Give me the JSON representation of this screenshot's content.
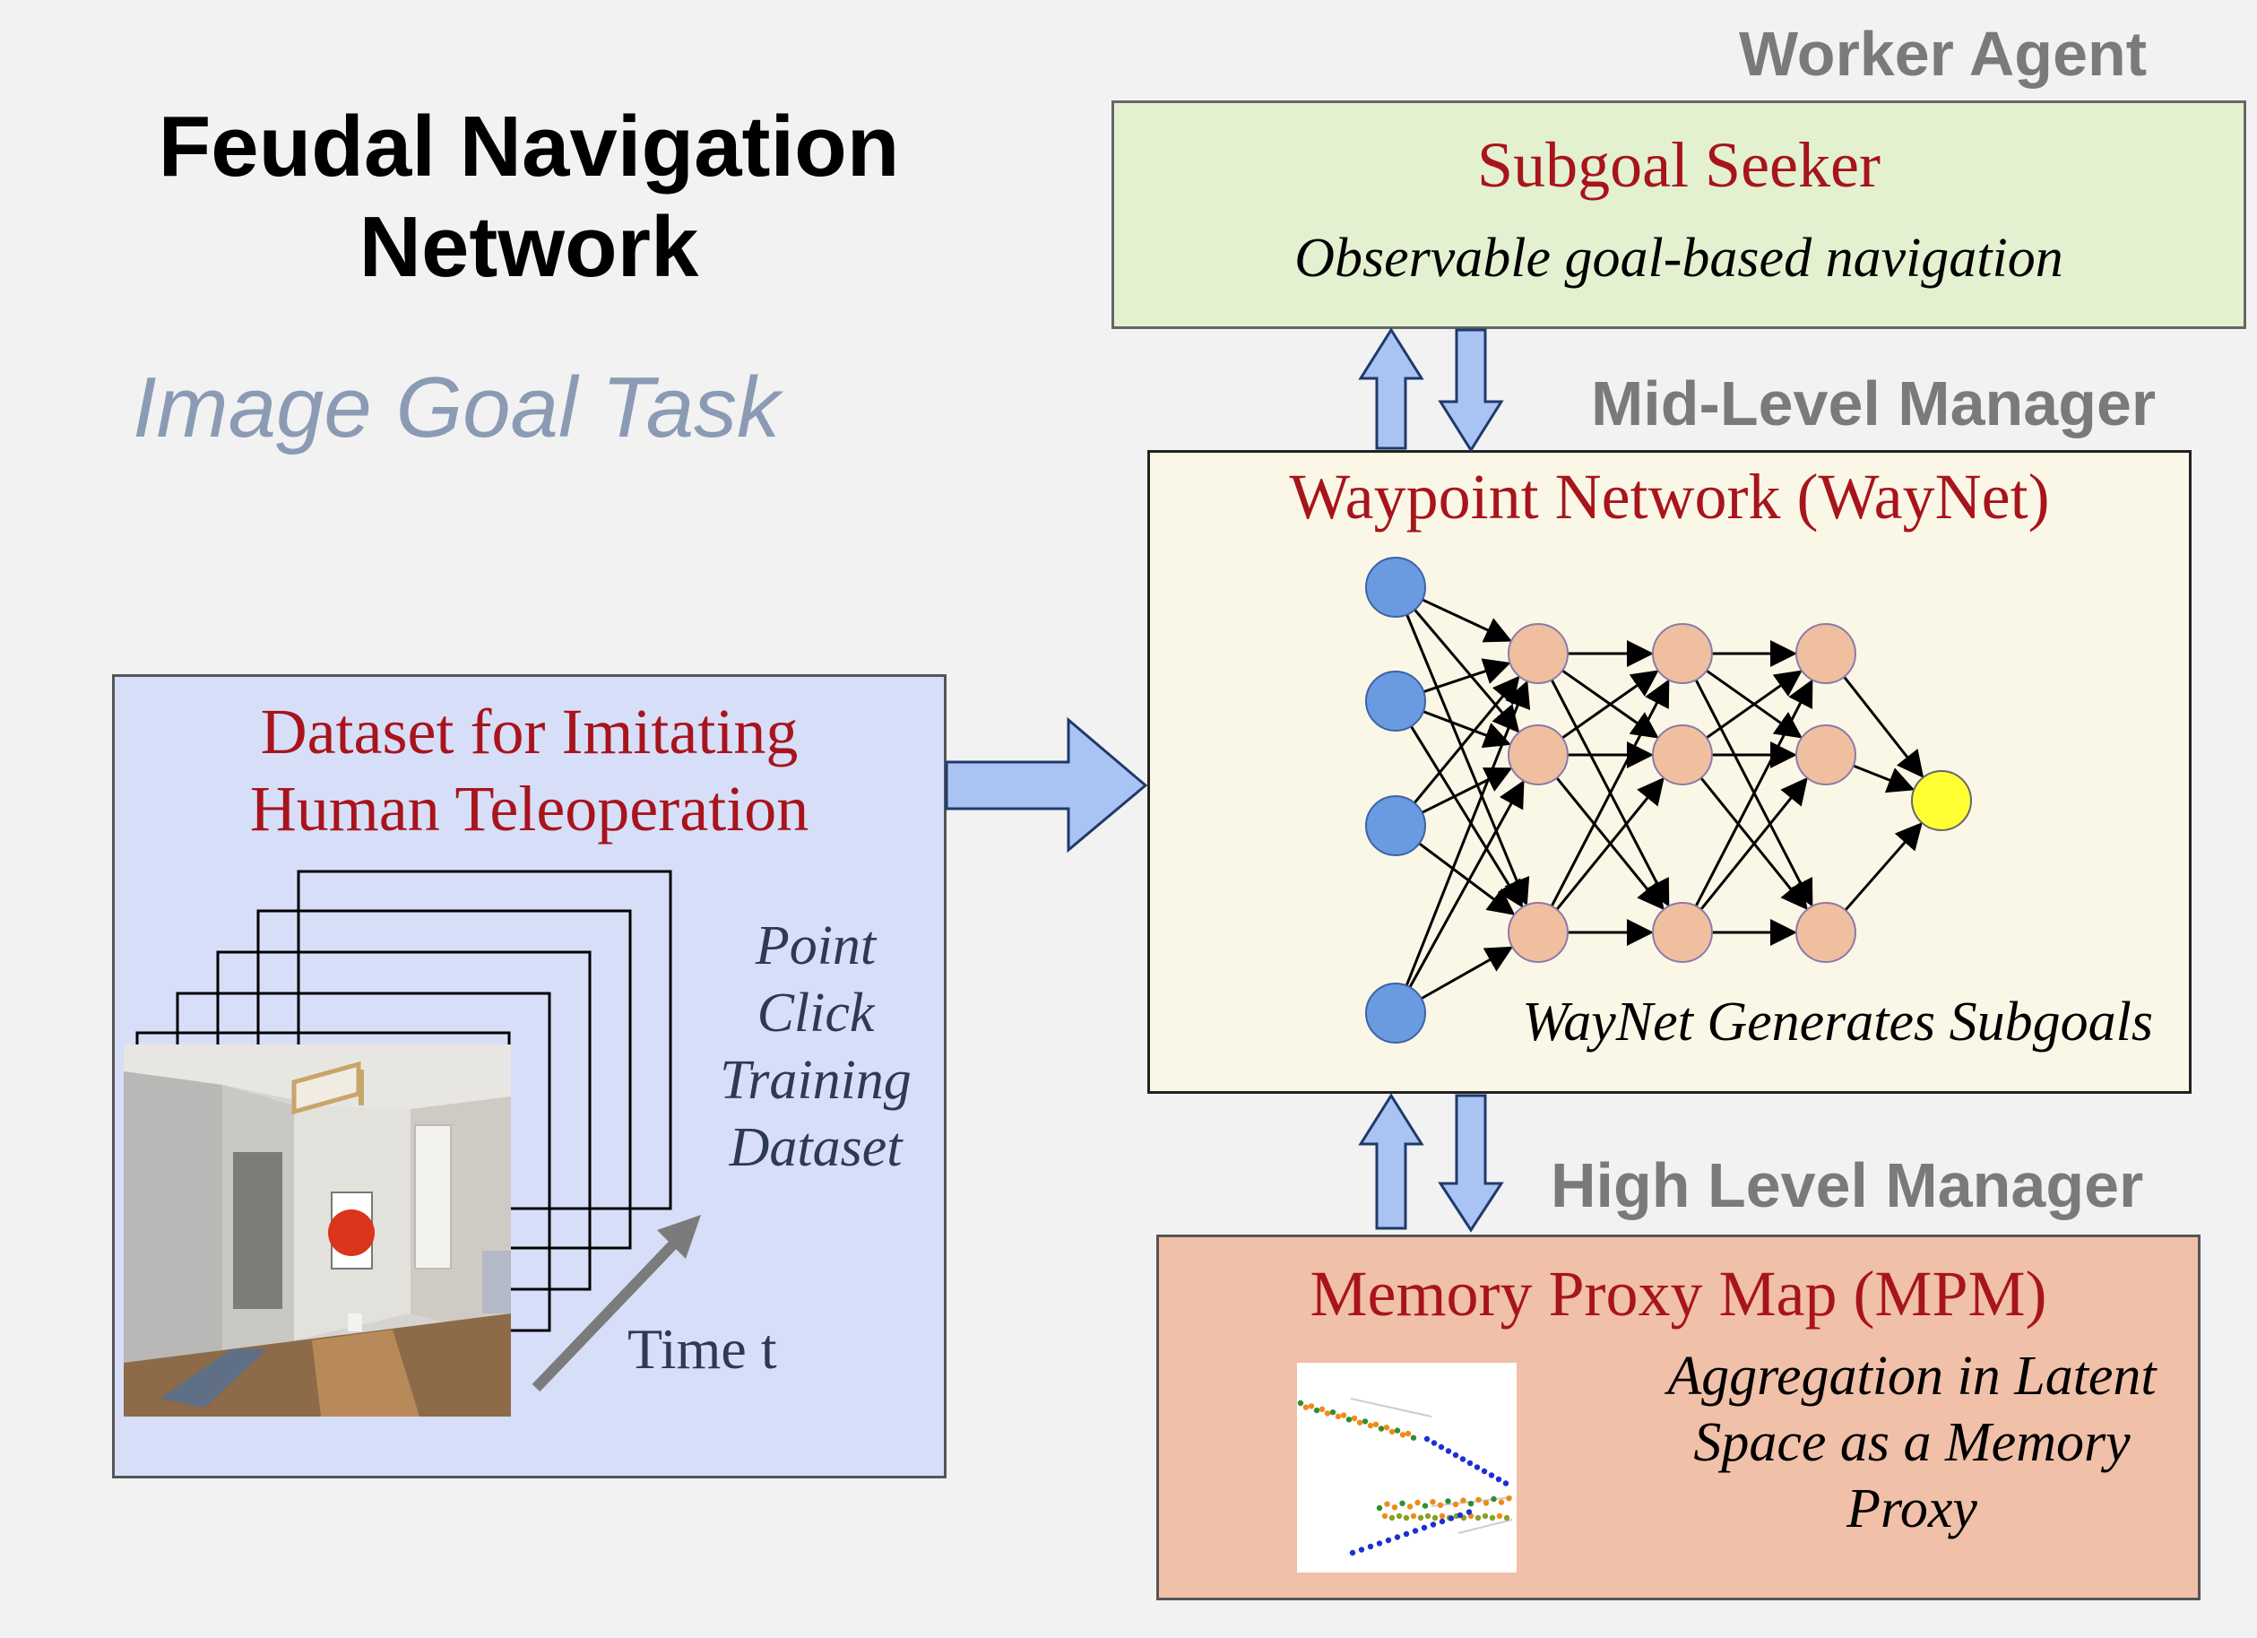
{
  "title": "Feudal Navigation Network",
  "subtitle": "Image Goal Task",
  "tiers": {
    "worker": "Worker Agent",
    "mid": "Mid-Level Manager",
    "high": "High Level Manager"
  },
  "subgoal_seeker": {
    "title": "Subgoal Seeker",
    "description": "Observable goal-based navigation"
  },
  "waynet": {
    "title": "Waypoint Network (WayNet)",
    "description": "WayNet Generates Subgoals"
  },
  "mpm": {
    "title": "Memory Proxy Map (MPM)",
    "description": "Aggregation in Latent Space as a Memory Proxy"
  },
  "dataset": {
    "title": "Dataset for Imitating Human Teleoperation",
    "side_text": "Point Click Training Dataset",
    "time_label": "Time t"
  },
  "colors": {
    "background": "#f2f2f2",
    "seeker_fill": "#e3f1d0",
    "waynet_fill": "#fbf7e6",
    "mpm_fill": "#f0c0a8",
    "dataset_fill": "#d7def8",
    "box_title": "#a8141c",
    "arrow_fill": "#a9c3f3",
    "input_node": "#6a9ae0",
    "hidden_node": "#f0bfa0",
    "output_node": "#ffff33"
  },
  "icons": {
    "photo": "hallway-photo",
    "plot": "latent-space-scatter-plot"
  }
}
